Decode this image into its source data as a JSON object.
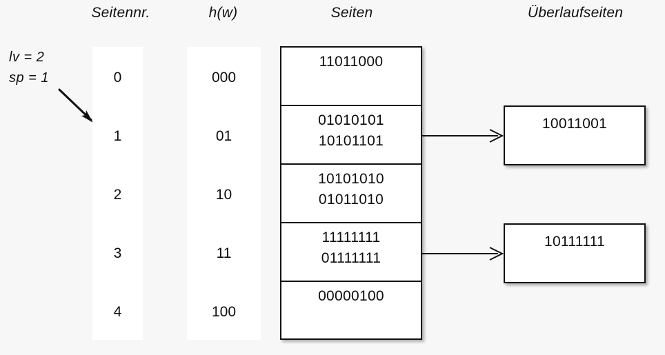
{
  "headers": {
    "seitennr": "Seitennr.",
    "hw": "h(w)",
    "seiten": "Seiten",
    "ueberlaufseiten": "Überlaufseiten"
  },
  "params": {
    "lv": "lv = 2",
    "sp": "sp = 1"
  },
  "colors": {
    "background": "#f7f7f7",
    "box_fill": "#ffffff",
    "stroke": "#111111",
    "text": "#0d0d0d"
  },
  "table": {
    "page_numbers": [
      "0",
      "1",
      "2",
      "3",
      "4"
    ],
    "hash_values": [
      "000",
      "01",
      "10",
      "11",
      "100"
    ]
  },
  "buckets": [
    {
      "page": "0",
      "hash": "000",
      "records": [
        "11011000"
      ],
      "overflow": null
    },
    {
      "page": "1",
      "hash": "01",
      "records": [
        "01010101",
        "10101101"
      ],
      "overflow": "10011001"
    },
    {
      "page": "2",
      "hash": "10",
      "records": [
        "10101010",
        "01011010"
      ],
      "overflow": null
    },
    {
      "page": "3",
      "hash": "11",
      "records": [
        "11111111",
        "01111111"
      ],
      "overflow": "10111111"
    },
    {
      "page": "4",
      "hash": "100",
      "records": [
        "00000100"
      ],
      "overflow": null
    }
  ],
  "overflow_pages": [
    {
      "record": "10011001"
    },
    {
      "record": "10111111"
    }
  ]
}
